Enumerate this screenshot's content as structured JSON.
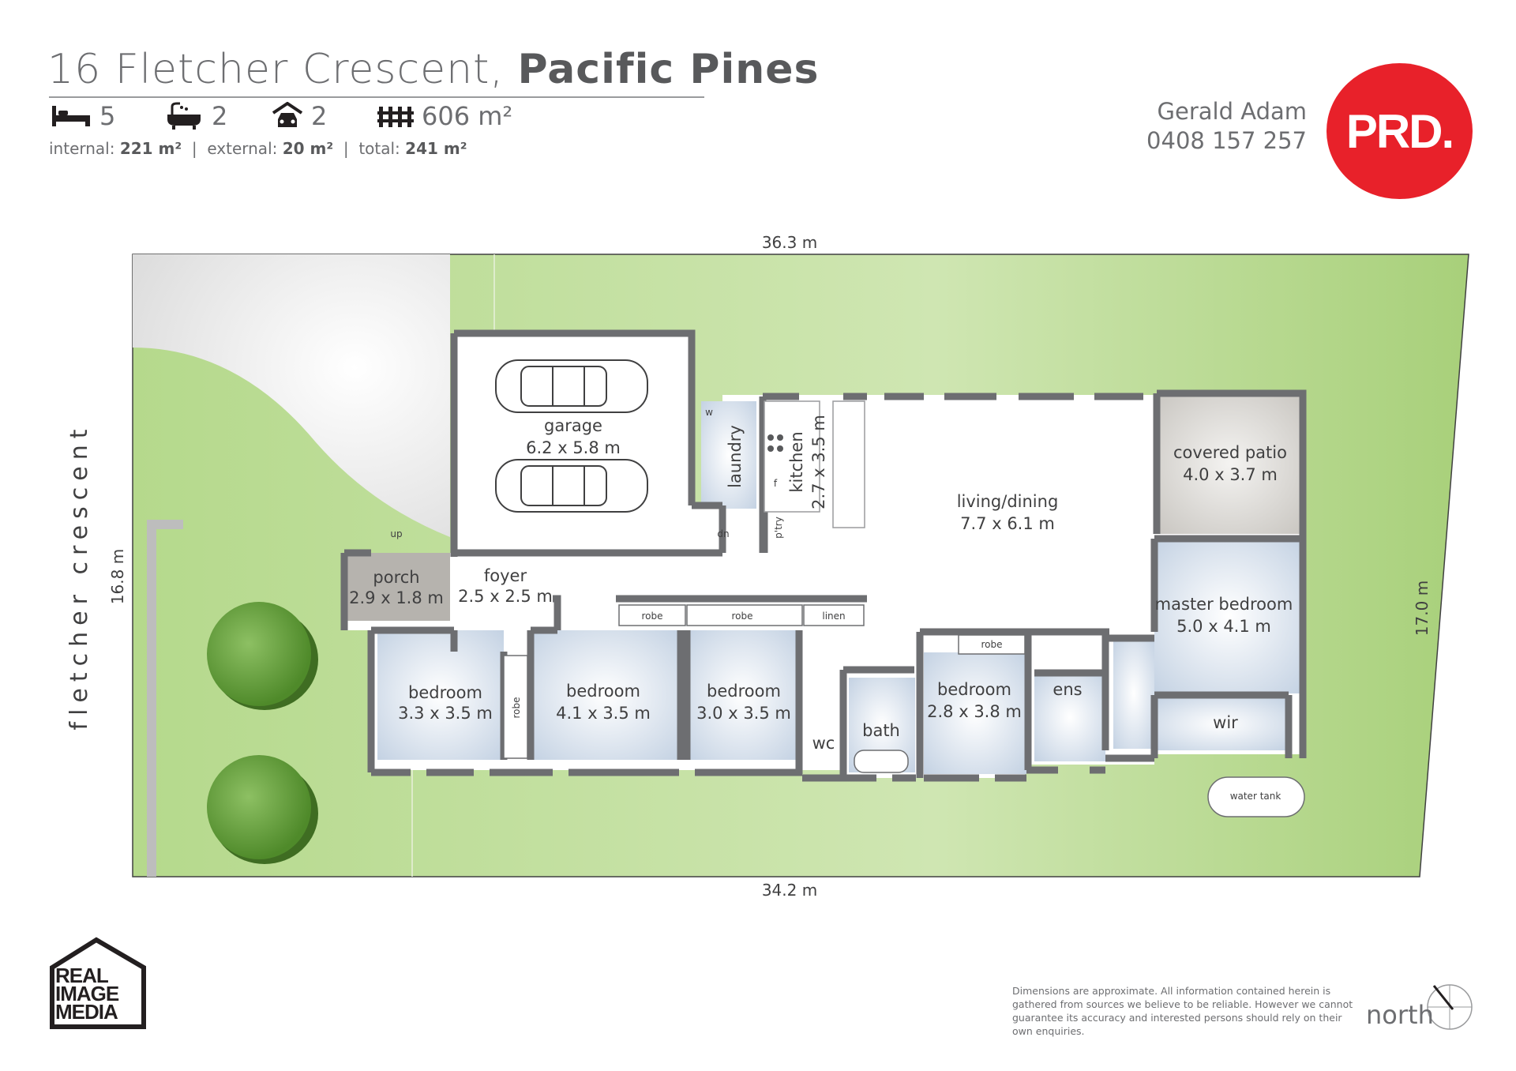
{
  "header": {
    "address_street": "16 Fletcher Crescent,",
    "address_suburb": "Pacific Pines",
    "features": {
      "bedrooms": "5",
      "bathrooms": "2",
      "garage": "2",
      "land": "606 m²"
    },
    "areas": {
      "internal_label": "internal:",
      "internal_value": "221 m²",
      "external_label": "external:",
      "external_value": "20 m²",
      "total_label": "total:",
      "total_value": "241 m²"
    }
  },
  "agent": {
    "name": "Gerald Adam",
    "phone": "0408 157 257",
    "logo_text": "PRD.",
    "brand_color": "#e8212a"
  },
  "plan": {
    "street": "fletcher crescent",
    "boundary": {
      "top": "36.3 m",
      "bottom": "34.2 m",
      "left": "16.8 m",
      "right": "17.0 m"
    },
    "rooms": {
      "garage": {
        "name": "garage",
        "size": "6.2 x 5.8 m"
      },
      "laundry": {
        "name": "laundry"
      },
      "kitchen": {
        "name": "kitchen",
        "size": "2.7 x 3.5 m"
      },
      "pantry": {
        "name": "p'try"
      },
      "living": {
        "name": "living/dining",
        "size": "7.7 x 6.1 m"
      },
      "patio": {
        "name": "covered patio",
        "size": "4.0 x 3.7 m"
      },
      "porch": {
        "name": "porch",
        "size": "2.9 x 1.8 m"
      },
      "foyer": {
        "name": "foyer",
        "size": "2.5 x 2.5 m"
      },
      "master": {
        "name": "master bedroom",
        "size": "5.0 x 4.1 m"
      },
      "wir": {
        "name": "wir"
      },
      "bed1": {
        "name": "bedroom",
        "size": "3.3 x 3.5 m"
      },
      "bed2": {
        "name": "bedroom",
        "size": "4.1 x 3.5 m"
      },
      "bed3": {
        "name": "bedroom",
        "size": "3.0 x 3.5 m"
      },
      "bed4": {
        "name": "bedroom",
        "size": "2.8 x 3.8 m"
      },
      "bath": {
        "name": "bath"
      },
      "wc": {
        "name": "wc"
      },
      "ens": {
        "name": "ens"
      }
    },
    "fixtures": {
      "robe": "robe",
      "linen": "linen",
      "water_tank": "water tank",
      "up": "up",
      "dn": "dn",
      "w": "w",
      "f": "f"
    },
    "colors": {
      "lawn": "#a8d07a",
      "wall": "#6d6e71",
      "bedroom": "#cfd9e6",
      "patio": "#dcdad6"
    }
  },
  "footer": {
    "disclaimer": "Dimensions are approximate.  All information contained herein is gathered from sources we believe to be reliable.  However we cannot guarantee its accuracy and interested persons should rely on their own enquiries.",
    "north_label": "north",
    "brand": "REAL IMAGE MEDIA"
  }
}
